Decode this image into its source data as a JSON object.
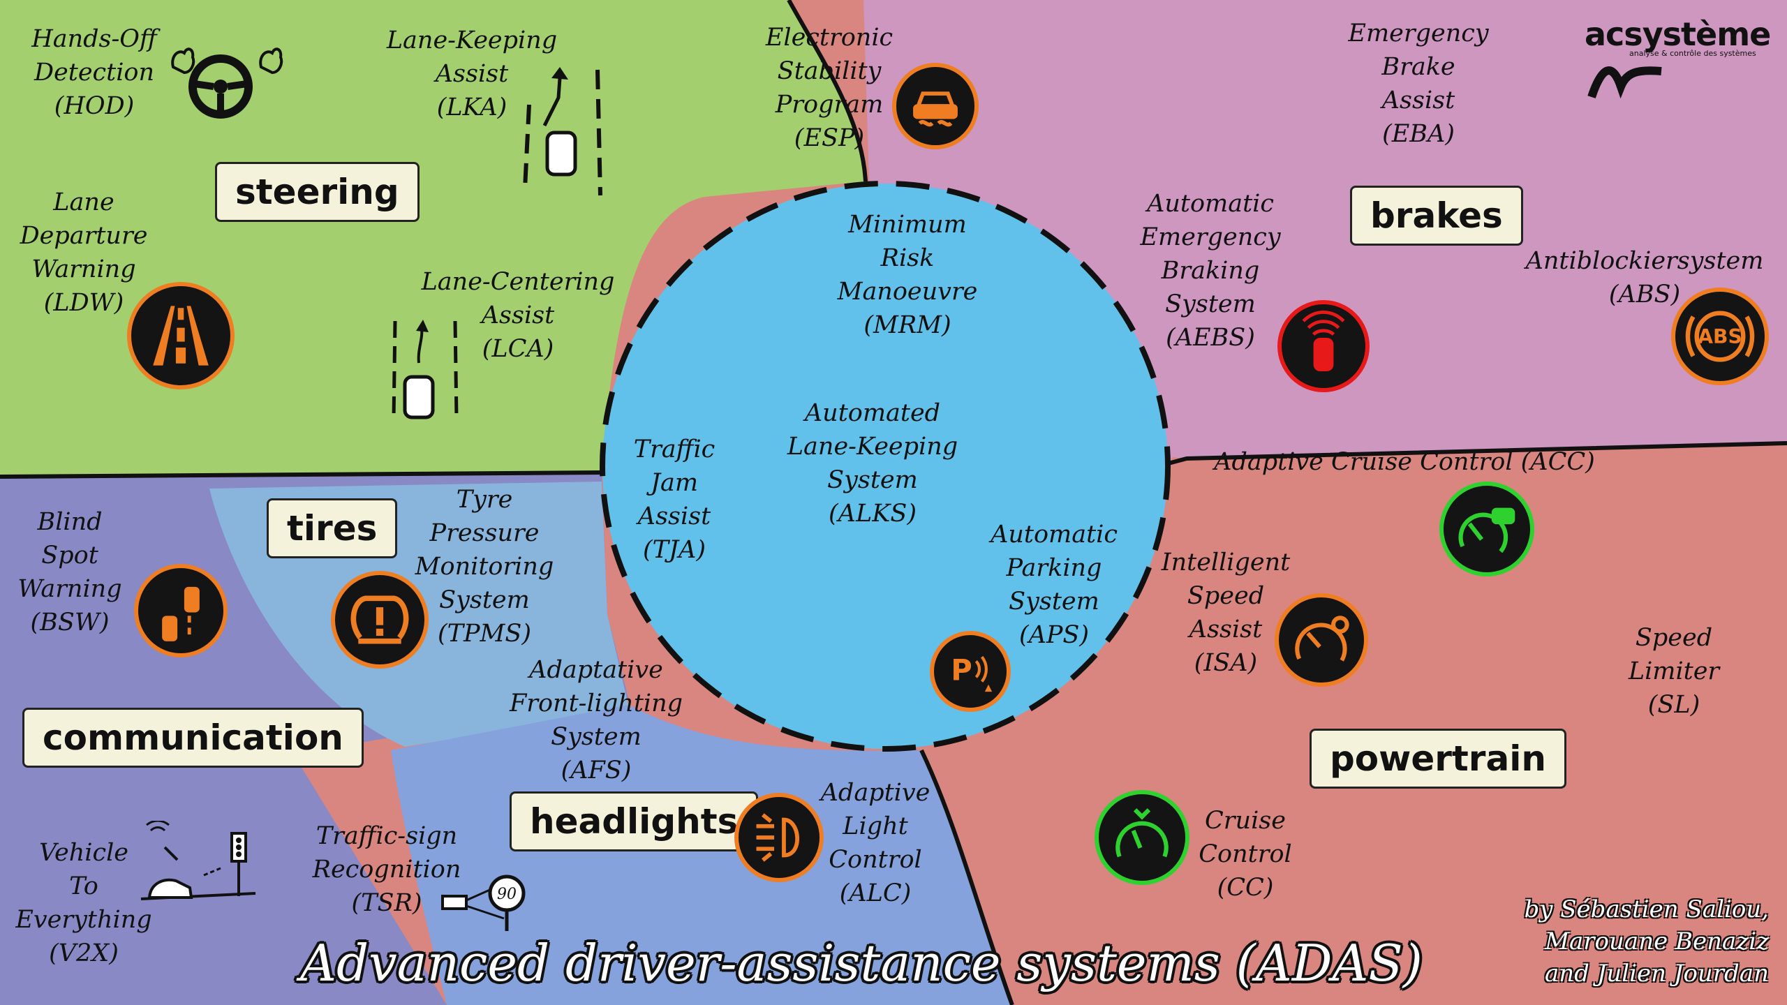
{
  "title": "Advanced driver-assistance systems (ADAS)",
  "credits": [
    "by Sébastien Saliou,",
    "Marouane Benaziz",
    "and Julien Jourdan"
  ],
  "logo": {
    "name": "acsystème",
    "tagline": "analyse & contrôle des systèmes"
  },
  "categories": {
    "steering": "steering",
    "brakes": "brakes",
    "tires": "tires",
    "communication": "communication",
    "headlights": "headlights",
    "powertrain": "powertrain"
  },
  "systems": {
    "hod": [
      "Hands-Off",
      "Detection",
      "(HOD)"
    ],
    "lka": [
      "Lane-Keeping",
      "Assist",
      "(LKA)"
    ],
    "esp": [
      "Electronic",
      "Stability",
      "Program",
      "(ESP)"
    ],
    "eba": [
      "Emergency",
      "Brake",
      "Assist",
      "(EBA)"
    ],
    "ldw": [
      "Lane",
      "Departure",
      "Warning",
      "(LDW)"
    ],
    "lca": [
      "Lane-Centering",
      "Assist",
      "(LCA)"
    ],
    "mrm": [
      "Minimum",
      "Risk",
      "Manoeuvre",
      "(MRM)"
    ],
    "aebs": [
      "Automatic",
      "Emergency",
      "Braking",
      "System",
      "(AEBS)"
    ],
    "abs": [
      "Antiblockiersystem",
      "(ABS)"
    ],
    "alks": [
      "Automated",
      "Lane-Keeping",
      "System",
      "(ALKS)"
    ],
    "tja": [
      "Traffic",
      "Jam",
      "Assist",
      "(TJA)"
    ],
    "acc": [
      "Adaptive Cruise Control (ACC)"
    ],
    "bsw": [
      "Blind",
      "Spot",
      "Warning",
      "(BSW)"
    ],
    "tpms": [
      "Tyre",
      "Pressure",
      "Monitoring",
      "System",
      "(TPMS)"
    ],
    "aps": [
      "Automatic",
      "Parking",
      "System",
      "(APS)"
    ],
    "isa": [
      "Intelligent",
      "Speed",
      "Assist",
      "(ISA)"
    ],
    "sl": [
      "Speed",
      "Limiter",
      "(SL)"
    ],
    "afs": [
      "Adaptative",
      "Front-lighting",
      "System",
      "(AFS)"
    ],
    "alc": [
      "Adaptive",
      "Light",
      "Control",
      "(ALC)"
    ],
    "cc": [
      "Cruise",
      "Control",
      "(CC)"
    ],
    "tsr": [
      "Traffic-sign",
      "Recognition",
      "(TSR)"
    ],
    "v2x": [
      "Vehicle",
      "To",
      "Everything",
      "(V2X)"
    ]
  },
  "icons": {
    "speed_sign_value": "90",
    "abs_text": "ABS",
    "parking_text": "P"
  },
  "colors": {
    "steering_region": "#a3cf6e",
    "brakes_region": "#cd97bf",
    "powertrain_region": "#d98680",
    "communication_region": "#8989c6",
    "tires_region": "#89b5dc",
    "headlights_region": "#85a2dc",
    "center_circle": "#62c1ea",
    "badge_orange": "#ef7d22",
    "badge_green": "#2fd12f",
    "badge_red": "#e81919"
  }
}
